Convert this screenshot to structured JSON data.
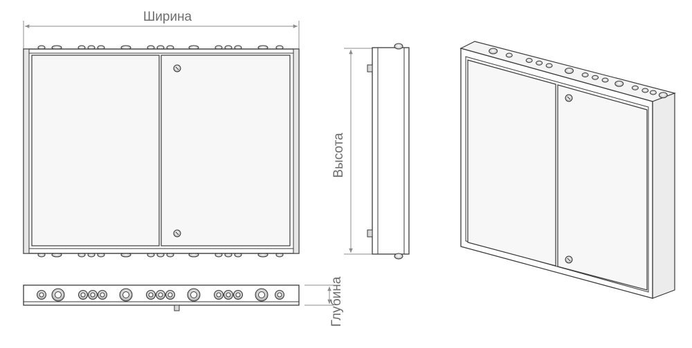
{
  "dimensions": {
    "width_label": "Ширина",
    "height_label": "Высота",
    "depth_label": "Глубина"
  },
  "colors": {
    "line": "#3a3a3a",
    "dim_line": "#8c8c8c",
    "panel_fill": "#f4f4f4",
    "door_fill": "#f7f7f7",
    "gland": "#bdbdbd"
  },
  "views": {
    "front": "front-view",
    "side": "side-view",
    "bottom": "bottom-view",
    "iso": "isometric-view"
  }
}
